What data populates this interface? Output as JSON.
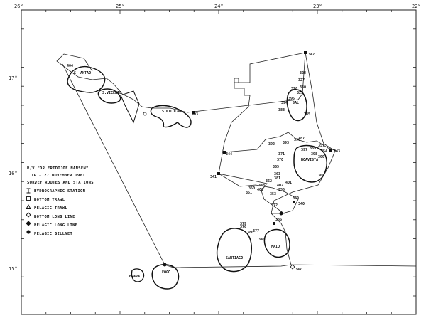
{
  "map": {
    "lon_ticks": [
      "26°",
      "25°",
      "24°",
      "23°",
      "22°"
    ],
    "lat_ticks": [
      "17°",
      "16°",
      "15°"
    ],
    "islands": [
      "S. ANTAO",
      "S.VICENTE",
      "S.NICOLAU",
      "SAL",
      "BOAVISTA",
      "MAIO",
      "SANTIAGO",
      "FOGO",
      "BRAVA"
    ],
    "legend": {
      "title_lines": [
        "R/V \"DR FRIDTJOF NANSEN\"",
        "16 - 27 NOVEMBER 1981",
        "SURVEY ROUTES AND STATIONS"
      ],
      "items": [
        {
          "symbol": "hydrographic",
          "label": "HYDROGRAPHIC STATION"
        },
        {
          "symbol": "square",
          "label": "BOTTOM TRAWL"
        },
        {
          "symbol": "triangle",
          "label": "PELAGIC TRAWL"
        },
        {
          "symbol": "diamond",
          "label": "BOTTOM LONG LINE"
        },
        {
          "symbol": "diamond-filled",
          "label": "PELAGIC LONG LINE"
        },
        {
          "symbol": "circle-filled",
          "label": "PELAGIC GILLNET"
        }
      ]
    },
    "stations": [
      "342",
      "328",
      "327",
      "330",
      "329",
      "326",
      "388",
      "385",
      "394",
      "395",
      "390",
      "343",
      "344",
      "341",
      "339",
      "340",
      "372",
      "336",
      "377",
      "376",
      "346",
      "347",
      "348",
      "350",
      "351",
      "353",
      "355",
      "357",
      "354",
      "362",
      "363",
      "365",
      "368",
      "370",
      "371",
      "379",
      "380",
      "381",
      "387",
      "389",
      "392",
      "393",
      "397",
      "398",
      "399",
      "400",
      "401",
      "402",
      "403",
      "404"
    ]
  }
}
